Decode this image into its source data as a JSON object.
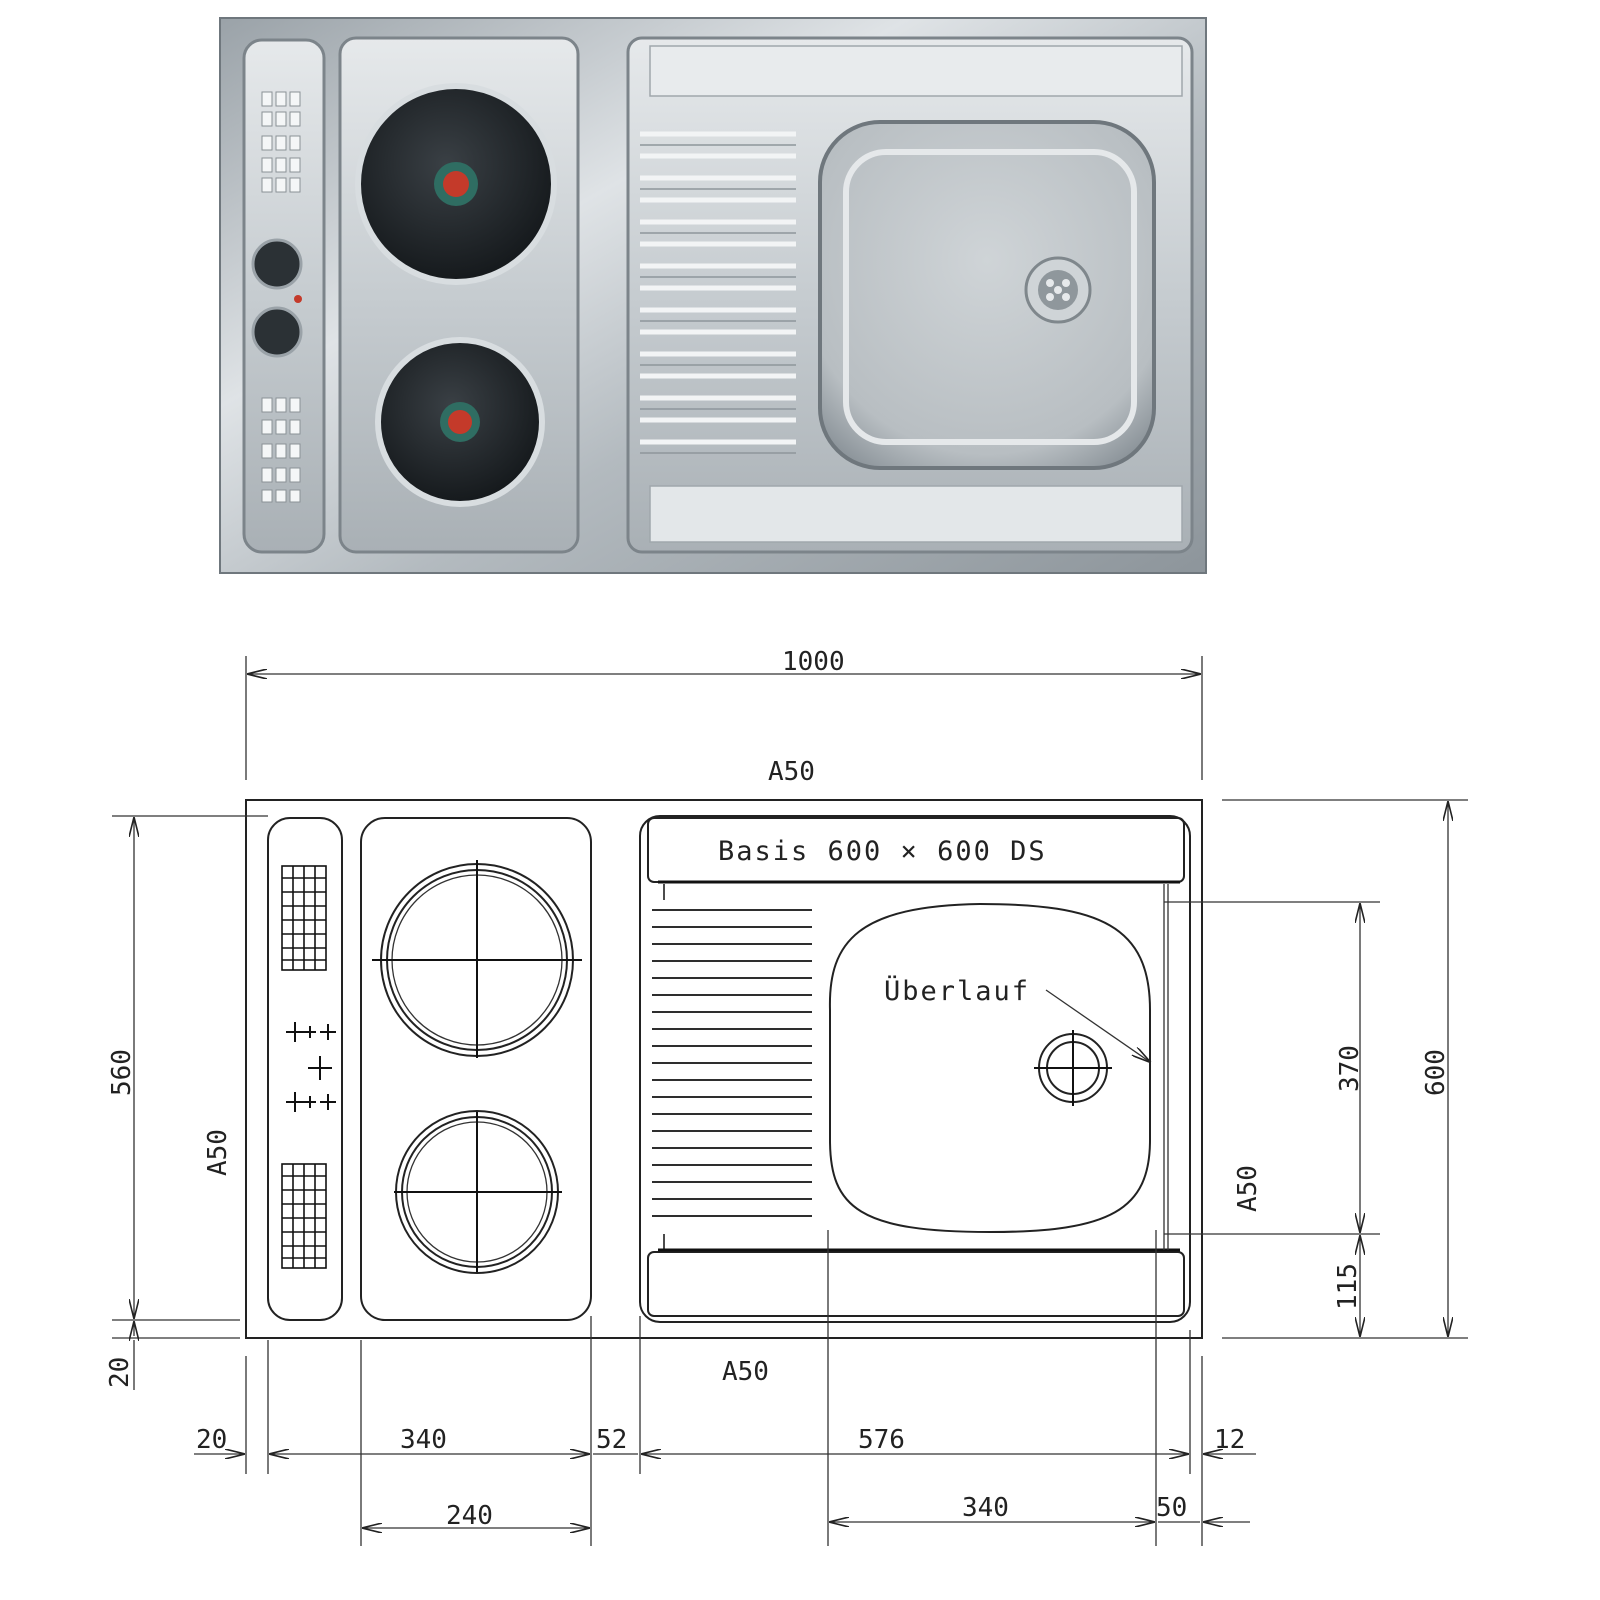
{
  "labels": {
    "model": "Basis 600 × 600 DS",
    "overflow": "Überlauf",
    "a50_top": "A50",
    "a50_left": "A50",
    "a50_right": "A50",
    "a50_bottom": "A50"
  },
  "dimensions": {
    "total_width": "1000",
    "depth_total": "600",
    "depth_inner": "560",
    "bottom_offset": "20",
    "bowl_depth": "370",
    "front_strip": "115",
    "left_margin": "20",
    "hob_width": "340",
    "gap": "52",
    "sink_width": "576",
    "right_margin": "12",
    "burner_spacing": "240",
    "bowl_width": "340",
    "bowl_offset": "50"
  },
  "colors": {
    "steel_dark": "#7f8890",
    "steel_light": "#e3e7ea",
    "burner": "#1d2226",
    "indicator": "#c43a2a",
    "line": "#222222"
  },
  "icons": {
    "knobs": "control-knob-icon",
    "drain": "drain-icon",
    "vents": "vent-grille-icon"
  }
}
